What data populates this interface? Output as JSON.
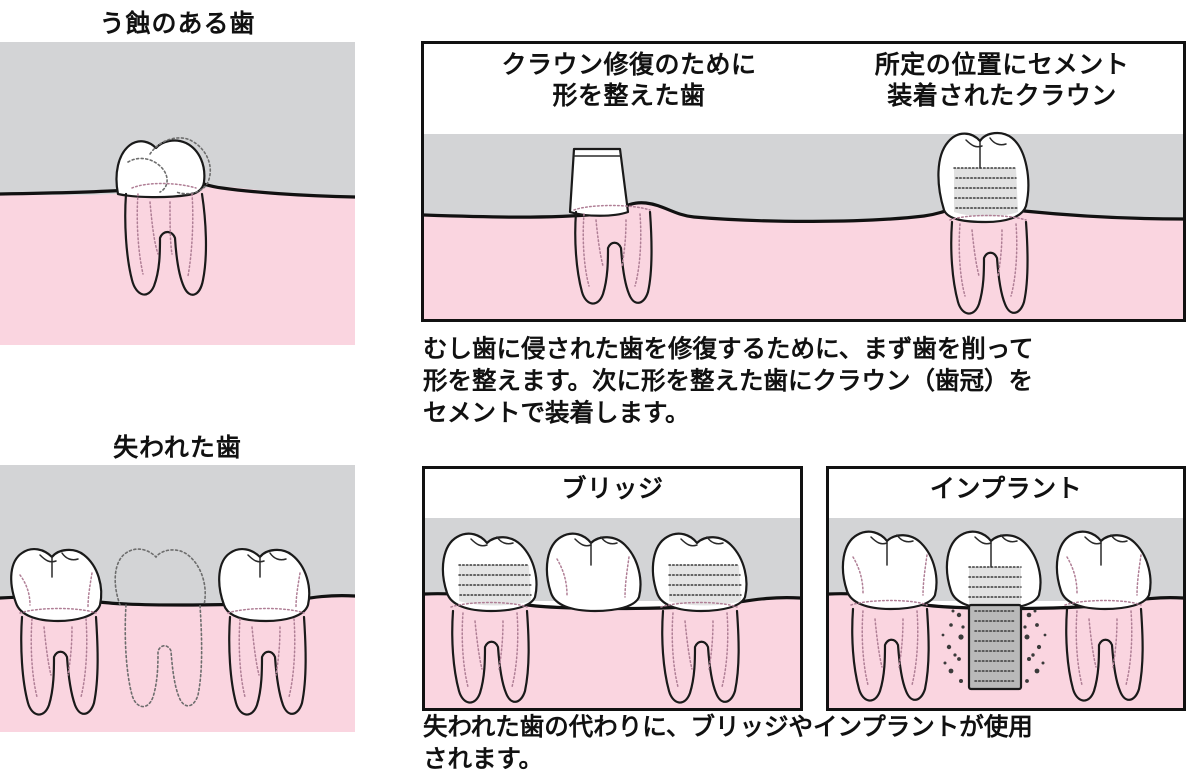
{
  "figure": {
    "language": "ja",
    "topic": "dental-restoration-illustration"
  },
  "colors": {
    "gum_pink": "#fad5e0",
    "bone_gray": "#d3d4d6",
    "tooth_white": "#ffffff",
    "outline_black": "#111111",
    "page_background": "#ffffff"
  },
  "left_column": {
    "caries": {
      "title": "う蝕のある歯",
      "panel_name": "caries-tooth-illustration"
    },
    "missing": {
      "title": "失われた歯",
      "panel_name": "missing-tooth-illustration"
    }
  },
  "crown_panel": {
    "labels": {
      "prepared": "クラウン修復のために\n形を整えた歯",
      "cemented": "所定の位置にセメント\n装着されたクラウン"
    },
    "caption": "むし歯に侵された歯を修復するために、まず歯を削って\n形を整えます。次に形を整えた歯にクラウン（歯冠）を\nセメントで装着します。"
  },
  "replacement_panels": {
    "bridge_label": "ブリッジ",
    "implant_label": "インプラント",
    "caption": "失われた歯の代わりに、ブリッジやインプラントが使用\nされます。"
  }
}
